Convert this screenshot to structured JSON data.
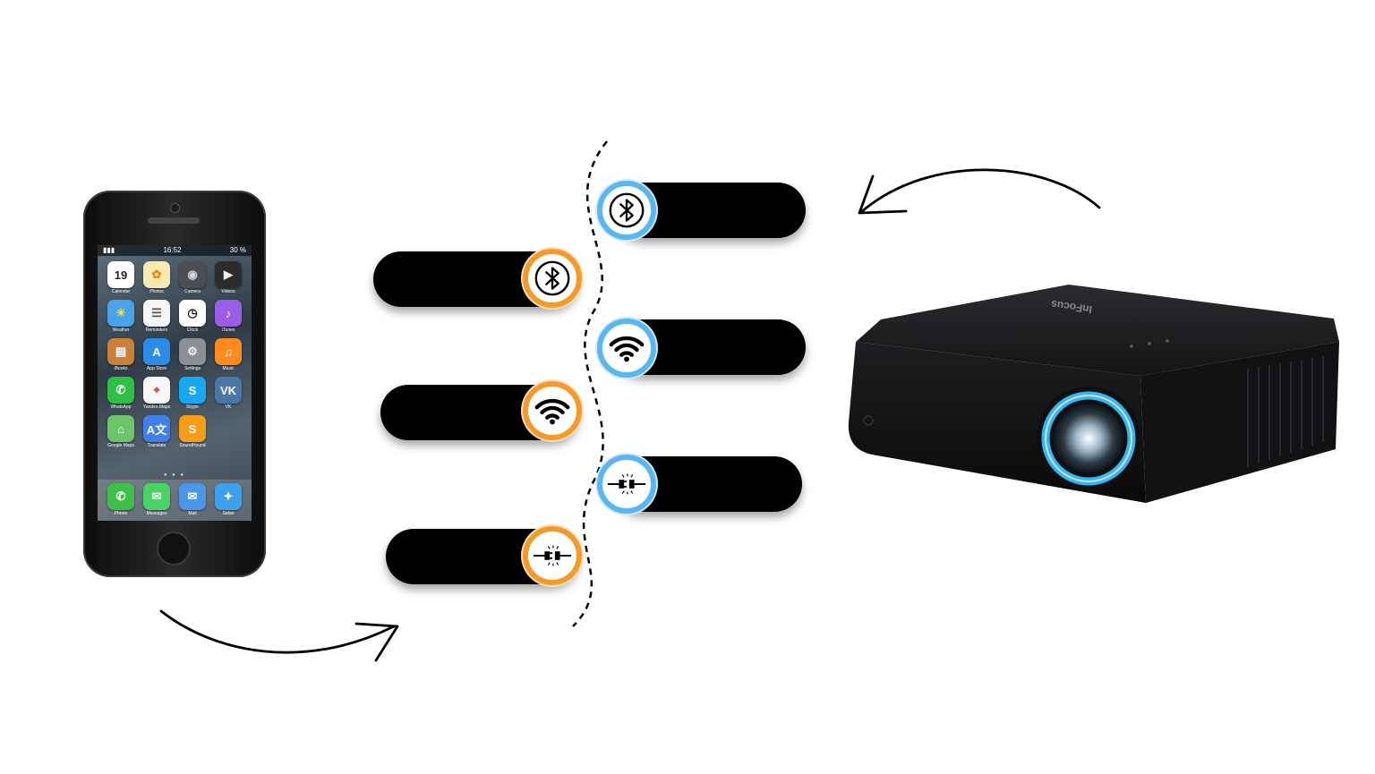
{
  "diagram": {
    "phone": {
      "time": "16:52",
      "battery": "30 %",
      "apps": [
        {
          "label": "Calendar",
          "glyph": "19",
          "color": "#ffffff",
          "text": "#222"
        },
        {
          "label": "Photos",
          "glyph": "✿",
          "color": "#f6e9b3",
          "text": "#e28a1b"
        },
        {
          "label": "Camera",
          "glyph": "◉",
          "color": "#4b4f55",
          "text": "#cfd6de"
        },
        {
          "label": "Videos",
          "glyph": "▶",
          "color": "#2c2c2c",
          "text": "#eee"
        },
        {
          "label": "Weather",
          "glyph": "☀",
          "color": "#4aa3e8",
          "text": "#ffd84a"
        },
        {
          "label": "Reminders",
          "glyph": "☰",
          "color": "#f5f5f5",
          "text": "#555"
        },
        {
          "label": "Clock",
          "glyph": "◷",
          "color": "#ffffff",
          "text": "#111"
        },
        {
          "label": "iTunes",
          "glyph": "♪",
          "color": "#9b5de5",
          "text": "#fff"
        },
        {
          "label": "iBooks",
          "glyph": "▤",
          "color": "#c9803a",
          "text": "#fff"
        },
        {
          "label": "App Store",
          "glyph": "A",
          "color": "#2b8be6",
          "text": "#fff"
        },
        {
          "label": "Settings",
          "glyph": "⚙",
          "color": "#8c9096",
          "text": "#eee"
        },
        {
          "label": "Music",
          "glyph": "♫",
          "color": "#ff8a1f",
          "text": "#fff"
        },
        {
          "label": "WhatsApp",
          "glyph": "✆",
          "color": "#2fbf48",
          "text": "#fff"
        },
        {
          "label": "Yandex.Maps",
          "glyph": "⌖",
          "color": "#f7f7f7",
          "text": "#d33"
        },
        {
          "label": "Skype",
          "glyph": "S",
          "color": "#19a8f0",
          "text": "#fff"
        },
        {
          "label": "VK",
          "glyph": "VK",
          "color": "#4a76a8",
          "text": "#fff"
        },
        {
          "label": "Google Maps",
          "glyph": "⌂",
          "color": "#6ec46a",
          "text": "#fff"
        },
        {
          "label": "Translate",
          "glyph": "A文",
          "color": "#3f80e8",
          "text": "#fff"
        },
        {
          "label": "SoundHound",
          "glyph": "S",
          "color": "#f59c1a",
          "text": "#fff"
        }
      ],
      "dock": [
        {
          "label": "Phone",
          "glyph": "✆",
          "color": "#3fbf4a",
          "text": "#fff"
        },
        {
          "label": "Messages",
          "glyph": "✉",
          "color": "#4cd164",
          "text": "#fff"
        },
        {
          "label": "Mail",
          "glyph": "✉",
          "color": "#4a96e8",
          "text": "#fff"
        },
        {
          "label": "Safari",
          "glyph": "✦",
          "color": "#3ea0ea",
          "text": "#fff"
        }
      ]
    },
    "projector_brand": "InFocus",
    "connections": [
      {
        "side": "right",
        "ring": "blue",
        "icon": "bluetooth-icon"
      },
      {
        "side": "left",
        "ring": "orange",
        "icon": "bluetooth-icon"
      },
      {
        "side": "right",
        "ring": "blue",
        "icon": "wifi-icon"
      },
      {
        "side": "left",
        "ring": "orange",
        "icon": "wifi-icon"
      },
      {
        "side": "right",
        "ring": "blue",
        "icon": "cable-plug-icon"
      },
      {
        "side": "left",
        "ring": "orange",
        "icon": "cable-plug-icon"
      }
    ],
    "colors": {
      "blue_ring": "#5ab6ee",
      "orange_ring": "#f39a2b",
      "pill": "#000000",
      "lens_glow": "#39b4f2"
    }
  }
}
